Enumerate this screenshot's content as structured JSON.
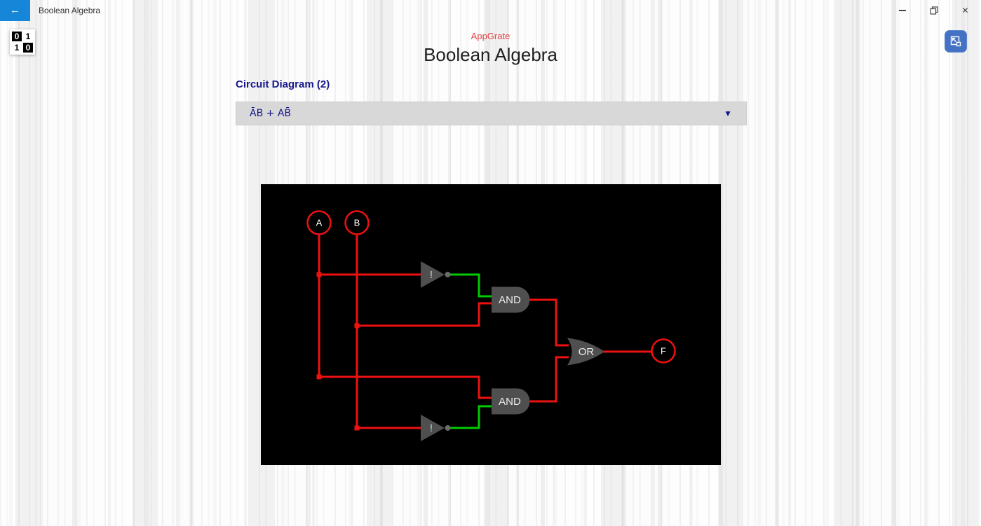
{
  "titlebar": {
    "title": "Boolean Algebra",
    "back_glyph": "←",
    "close_glyph": "✕"
  },
  "logo": {
    "grid": [
      "0",
      "1",
      "1",
      "0"
    ]
  },
  "header": {
    "brand": "AppGrate",
    "title": "Boolean Algebra"
  },
  "section": {
    "label": "Circuit Diagram (2)"
  },
  "dropdown": {
    "value": "ĀB + AB̄",
    "arrow_glyph": "▼"
  },
  "circuit": {
    "inputs": [
      {
        "label": "A"
      },
      {
        "label": "B"
      }
    ],
    "output": {
      "label": "F"
    },
    "gates": {
      "not1": "!",
      "not2": "!",
      "and1": "AND",
      "and2": "AND",
      "or": "OR"
    }
  },
  "colors": {
    "accent_blue": "#1686d8",
    "scale_button_blue": "#4372c4",
    "heading_navy": "#16168d",
    "brand_red": "#e84040",
    "wire_red": "#ee1111",
    "wire_green": "#00cc00",
    "gate_gray": "#4f4f4f",
    "canvas_black": "#000000"
  }
}
